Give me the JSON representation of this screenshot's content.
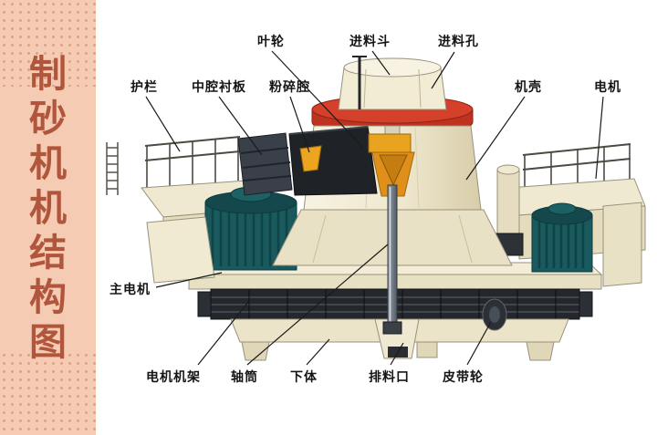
{
  "sidebar": {
    "title": "制砂机机结构图",
    "title_chars": [
      "制",
      "砂",
      "机",
      "机",
      "结",
      "构",
      "图"
    ]
  },
  "labels": {
    "impeller": "叶轮",
    "feed_hopper": "进料斗",
    "feed_hole": "进料孔",
    "guardrail": "护栏",
    "cavity_liner": "中腔衬板",
    "crushing_chamber": "粉碎腔",
    "casing": "机壳",
    "motor": "电机",
    "main_motor": "主电机",
    "motor_frame": "电机机架",
    "shaft_tube": "轴筒",
    "lower_body": "下体",
    "discharge_port": "排料口",
    "belt_pulley": "皮带轮"
  },
  "colors": {
    "sidebar_bg": "#f5cbb4",
    "title_text": "#b0563c",
    "machine_cream": "#f3edd8",
    "machine_red": "#d03c27",
    "motor_teal": "#1a5a5e",
    "accent_orange": "#eaa31f",
    "label_text": "#151515"
  }
}
